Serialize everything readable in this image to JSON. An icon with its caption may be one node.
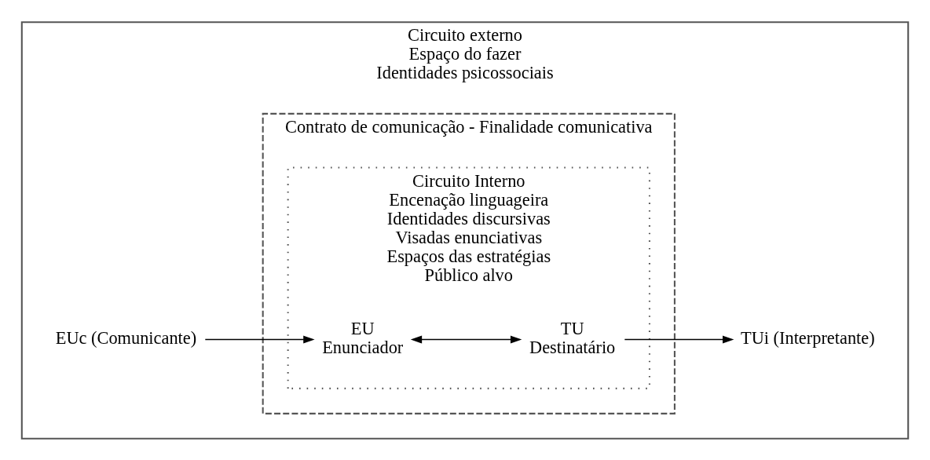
{
  "diagram": {
    "nodes": [
      {
        "text": [
          "Circuito externo",
          "Espaço do fazer",
          "Identidades psicossociais"
        ]
      },
      {
        "text": [
          "Contrato de comunicação - Finalidade comunicativa"
        ],
        "in": 0
      },
      {
        "text": [
          "Circuito Interno",
          "Encenação linguageira",
          "Identidades discursivas",
          "Visadas enunciativas",
          "Espaços das estratégias",
          "Público alvo"
        ],
        "in": 1
      },
      {
        "text": [
          "EUc (Comunicante)"
        ],
        "in": 0
      },
      {
        "text": [
          "EU",
          "Enunciador"
        ],
        "in": 2
      },
      {
        "text": [
          "TU",
          "Destinatário"
        ],
        "in": 2
      },
      {
        "text": [
          "TUi (Interpretante)"
        ],
        "in": 0
      }
    ],
    "edges": [
      {
        "from": 3,
        "to": 4,
        "arrow": "to"
      },
      {
        "from": 4,
        "to": 5,
        "arrow": "both"
      },
      {
        "from": 5,
        "to": 6,
        "arrow": "to"
      }
    ]
  }
}
